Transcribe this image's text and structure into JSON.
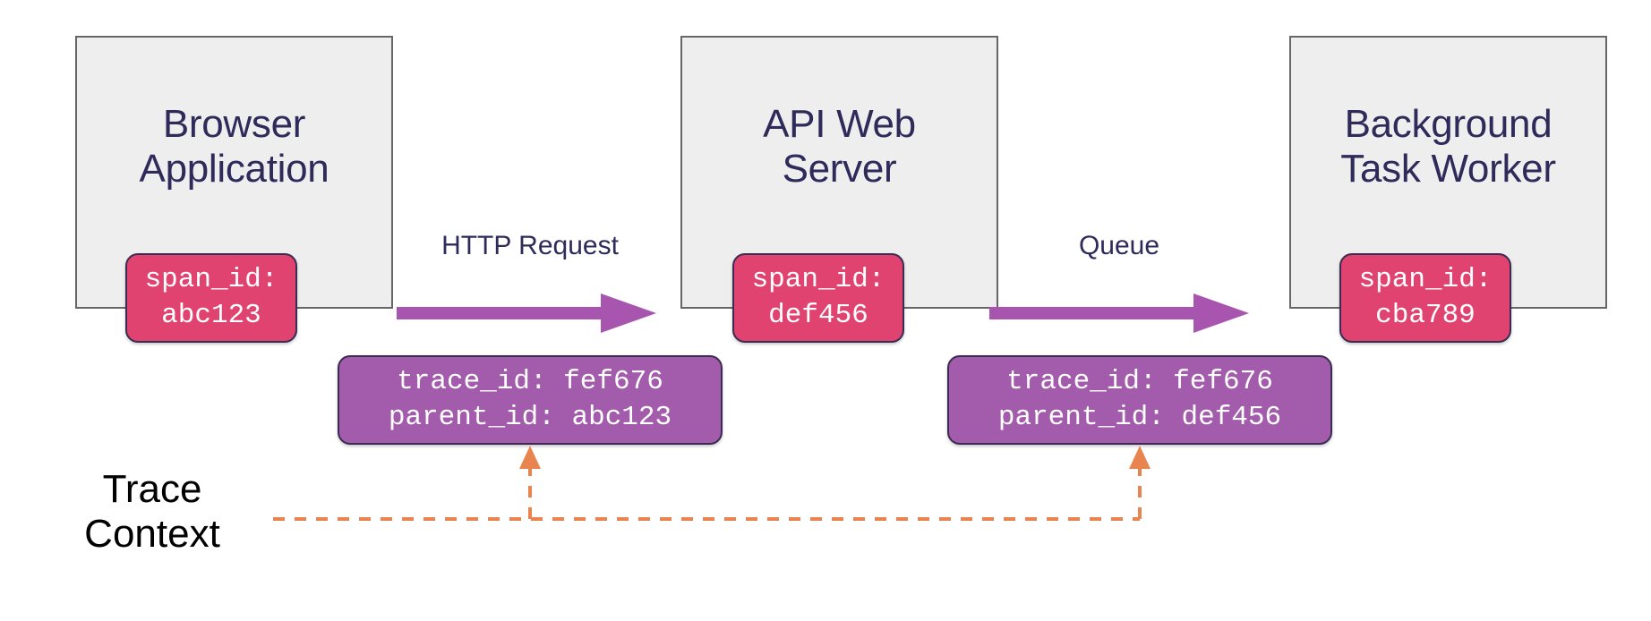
{
  "diagram": {
    "title_hidden": "Distributed trace context propagation",
    "background_color": "#ffffff",
    "services": [
      {
        "id": "browser",
        "label": "Browser\nApplication",
        "box_color": "#eeeeee",
        "border_color": "#666666",
        "span_badge": {
          "label": "span_id:\nabc123",
          "span_id": "abc123",
          "color": "#e0436f"
        }
      },
      {
        "id": "api-web-server",
        "label": "API Web\nServer",
        "box_color": "#eeeeee",
        "border_color": "#666666",
        "span_badge": {
          "label": "span_id:\ndef456",
          "span_id": "def456",
          "color": "#e0436f"
        }
      },
      {
        "id": "background-task-worker",
        "label": "Background\nTask Worker",
        "box_color": "#eeeeee",
        "border_color": "#666666",
        "span_badge": {
          "label": "span_id:\ncba789",
          "span_id": "cba789",
          "color": "#e0436f"
        }
      }
    ],
    "flows": [
      {
        "id": "http-request",
        "label": "HTTP Request",
        "arrow_color": "#a855b0"
      },
      {
        "id": "queue",
        "label": "Queue",
        "arrow_color": "#a855b0"
      }
    ],
    "trace_contexts": [
      {
        "id": "context-browser-to-api",
        "label": "trace_id: fef676\nparent_id: abc123",
        "trace_id": "fef676",
        "parent_id": "abc123",
        "color": "#a35bab"
      },
      {
        "id": "context-api-to-worker",
        "label": "trace_id: fef676\nparent_id: def456",
        "trace_id": "fef676",
        "parent_id": "def456",
        "color": "#a35bab"
      }
    ],
    "legend": {
      "label": "Trace\nContext",
      "connector_color": "#e8844f",
      "connector_style": "dashed"
    }
  }
}
